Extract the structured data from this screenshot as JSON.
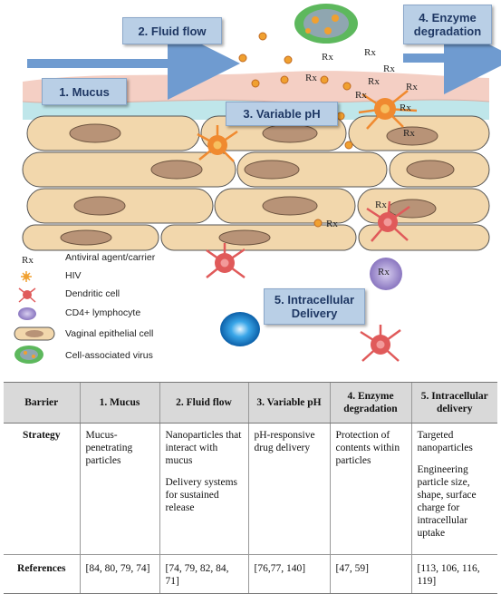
{
  "diagram": {
    "barriers": {
      "mucus": "1. Mucus",
      "fluid_flow": "2. Fluid flow",
      "variable_ph": "3. Variable pH",
      "enzyme_line1": "4. Enzyme",
      "enzyme_line2": "degradation",
      "delivery_line1": "5. Intracellular",
      "delivery_line2": "Delivery"
    },
    "rx_symbol": "Rx",
    "colors": {
      "mucus_pink": "#f4cfc4",
      "mucus_teal": "#bfe6ea",
      "cell_fill": "#f2d7ac",
      "nucleus_fill": "#b89377",
      "arrow_blue": "#6f9bd0",
      "label_box": "#b9cfe6",
      "dendritic_red": "#e05a5a",
      "hiv_orange": "#f0a030",
      "cd4_purple": "#9a86c8",
      "cell_virus_green": "#5db85d"
    }
  },
  "legend": [
    {
      "icon": "rx-icon",
      "label": "Antiviral agent/carrier"
    },
    {
      "icon": "hiv-icon",
      "label": "HIV"
    },
    {
      "icon": "dendritic-cell-icon",
      "label": "Dendritic cell"
    },
    {
      "icon": "cd4-lymphocyte-icon",
      "label": "CD4+ lymphocyte"
    },
    {
      "icon": "epithelial-cell-icon",
      "label": "Vaginal epithelial cell"
    },
    {
      "icon": "cell-associated-virus-icon",
      "label": "Cell-associated virus"
    }
  ],
  "table": {
    "headers": [
      "Barrier",
      "1. Mucus",
      "2. Fluid flow",
      "3. Variable pH",
      "4. Enzyme degradation",
      "5. Intracellular delivery"
    ],
    "strategy_label": "Strategy",
    "strategy": [
      [
        "Mucus-penetrating particles"
      ],
      [
        "Nanoparticles that interact with mucus",
        "Delivery systems for sustained release"
      ],
      [
        "pH-responsive drug delivery"
      ],
      [
        "Protection of contents within particles"
      ],
      [
        "Targeted nanoparticles",
        "Engineering particle size, shape, surface charge for intracellular uptake"
      ]
    ],
    "references_label": "References",
    "references": [
      "[84, 80, 79, 74]",
      "[74, 79, 82, 84, 71]",
      "[76,77, 140]",
      "[47, 59]",
      "[113, 106, 116, 119]"
    ]
  }
}
